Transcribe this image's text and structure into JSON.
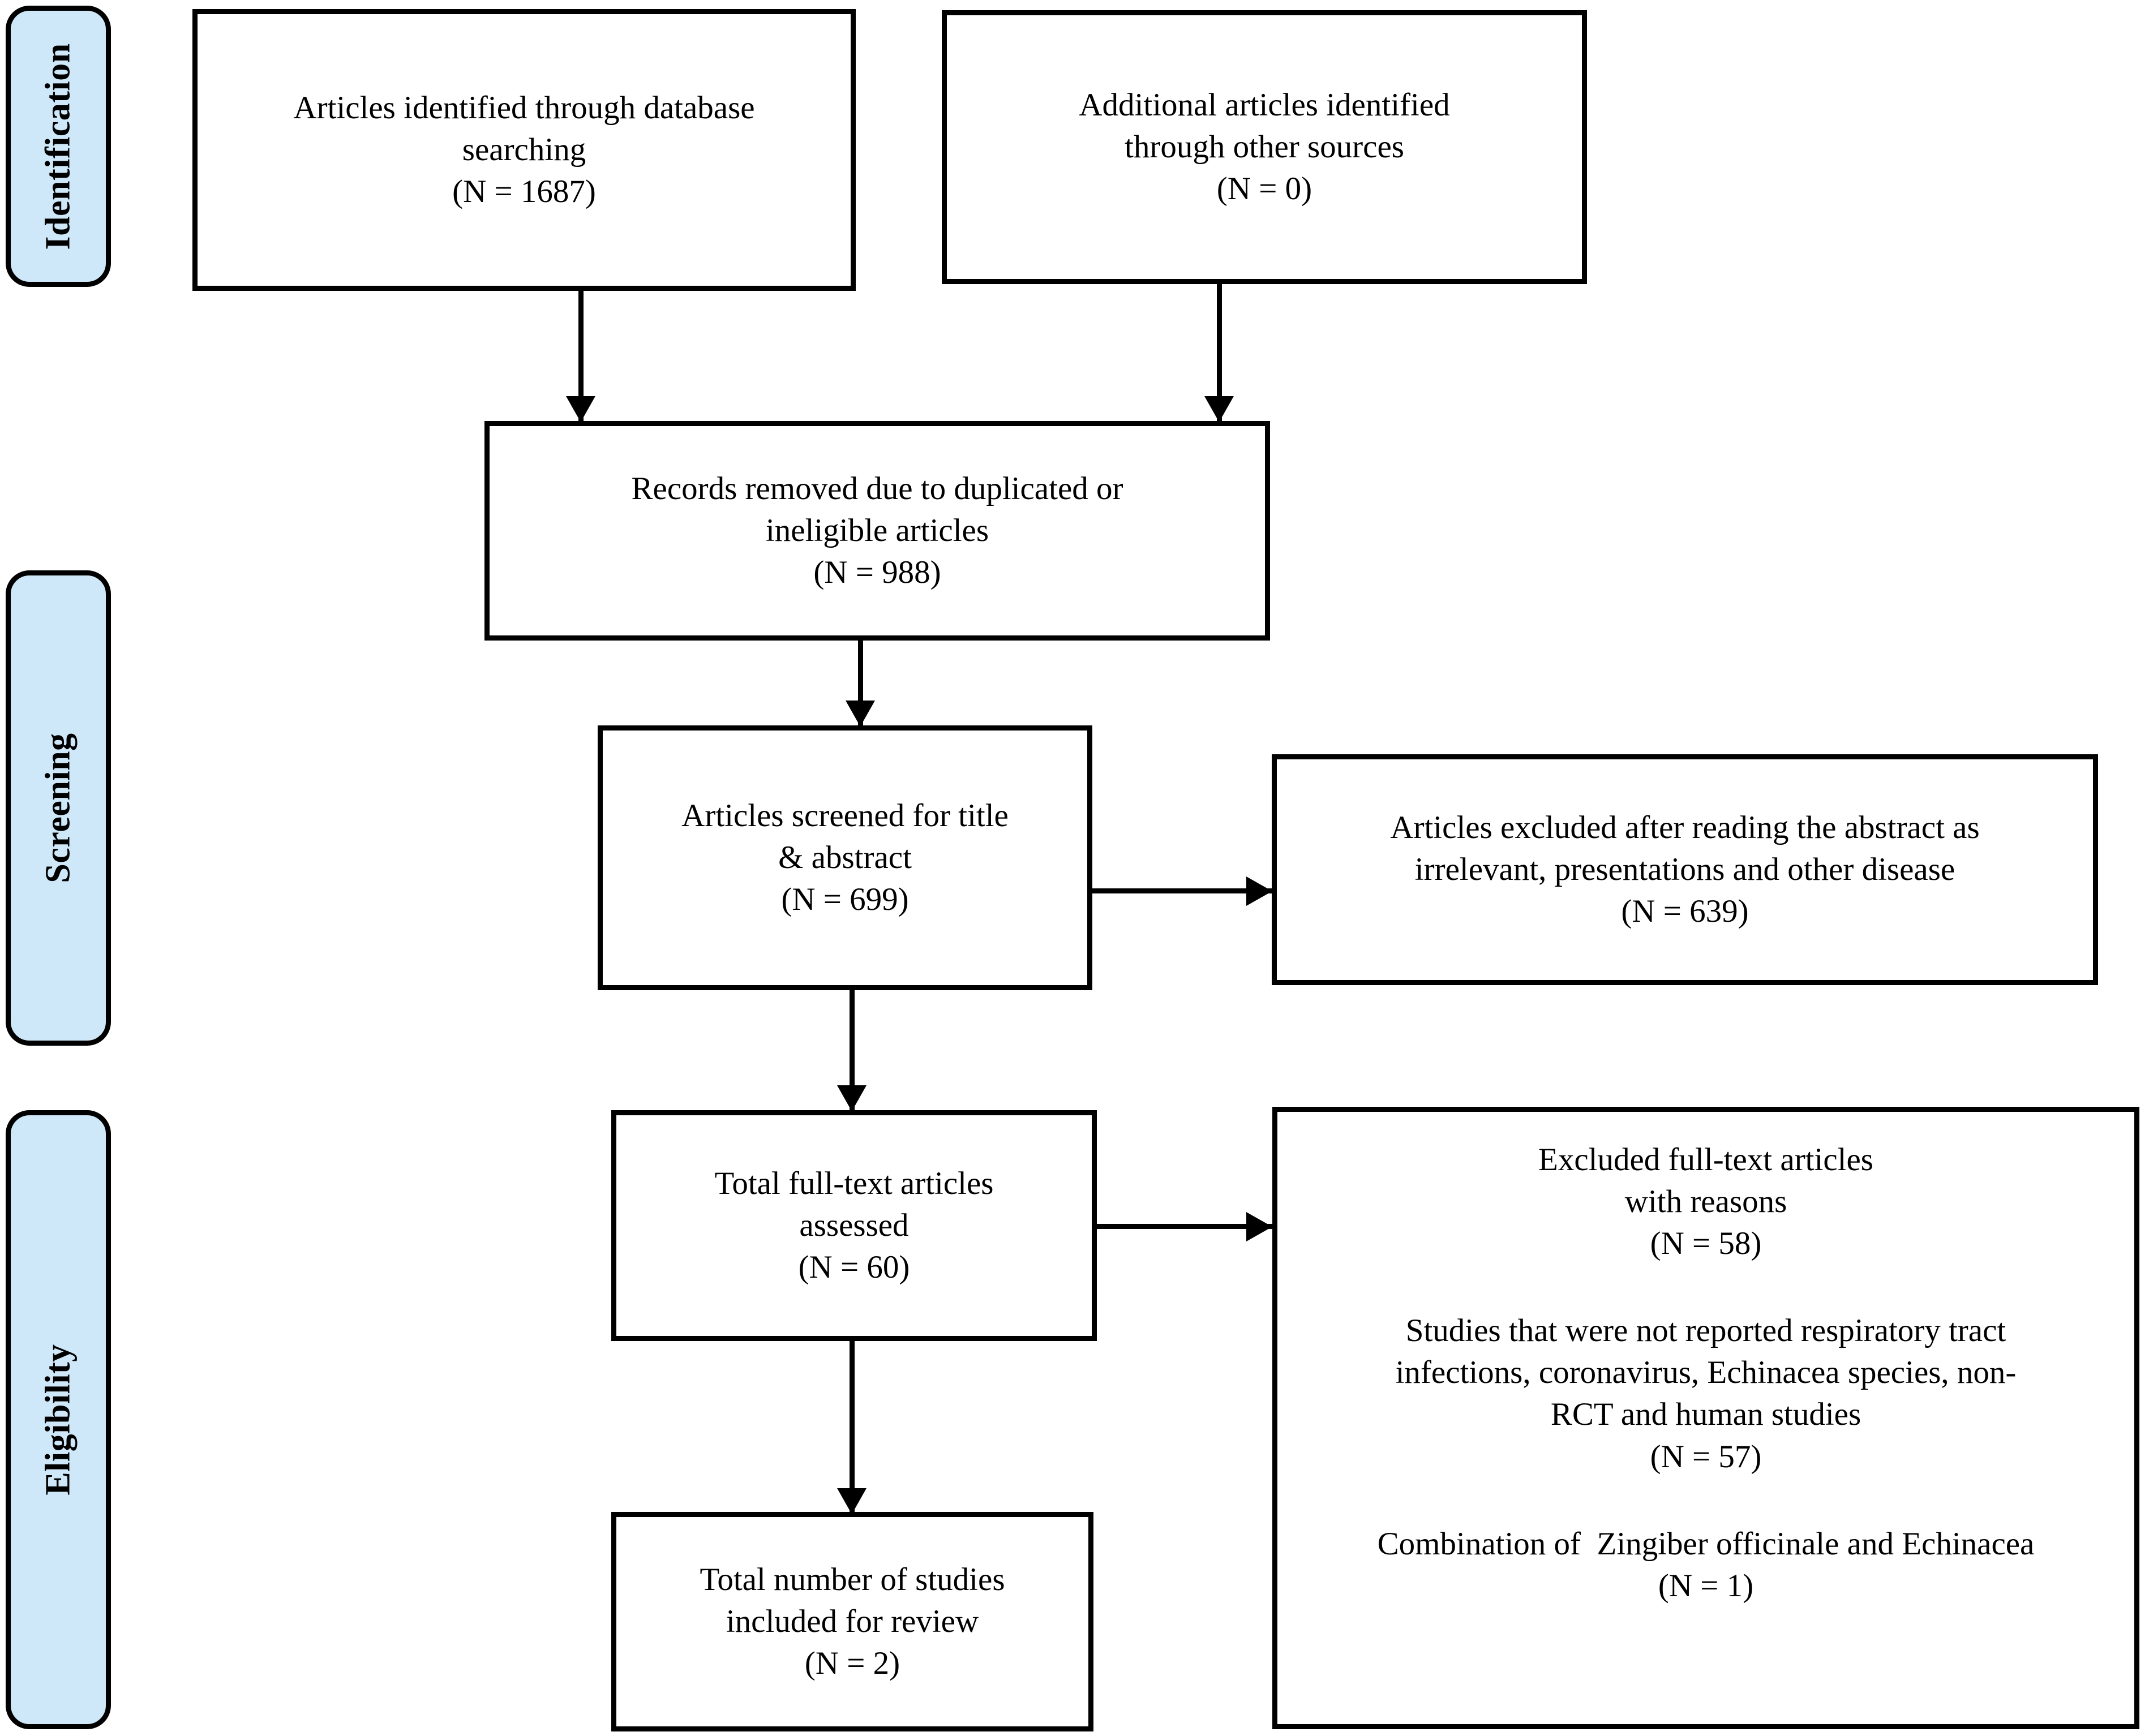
{
  "diagram": {
    "title": "PRISMA study selection flow diagram",
    "colors": {
      "stage_pill_fill": "#cfe8f9",
      "stroke": "#000000",
      "box_fill": "#ffffff",
      "page_background": "#ffffff"
    }
  },
  "stages": [
    {
      "id": "identification",
      "label": "Identification"
    },
    {
      "id": "screening",
      "label": "Screening"
    },
    {
      "id": "eligibility",
      "label": "Eligibility"
    }
  ],
  "boxes": {
    "database_search": {
      "line1": "Articles identified through database",
      "line2": "searching",
      "count": "(N = 1687)"
    },
    "other_sources": {
      "line1": "Additional articles identified",
      "line2": "through other sources",
      "count": "(N = 0)"
    },
    "duplicates_removed": {
      "line1": "Records removed due to duplicated or",
      "line2": "ineligible articles",
      "count": "(N = 988)"
    },
    "screened": {
      "line1": "Articles screened for title",
      "line2": "& abstract",
      "count": "(N = 699)"
    },
    "excluded_abstract": {
      "line1": "Articles excluded after reading the abstract as",
      "line2": "irrelevant, presentations and other disease",
      "count": "(N = 639)"
    },
    "fulltext_assessed": {
      "line1": "Total full-text articles",
      "line2": "assessed",
      "count": "(N = 60)"
    },
    "excluded_fulltext": {
      "header_line1": "Excluded full-text articles",
      "header_line2": "with reasons",
      "header_count": "(N = 58)",
      "reason1_line1": "Studies that were not reported respiratory tract",
      "reason1_line2": "infections, coronavirus, Echinacea species, non-",
      "reason1_line3": "RCT and human studies",
      "reason1_count": "(N = 57)",
      "reason2_line1": "Combination of  Zingiber officinale and Echinacea",
      "reason2_count": "(N = 1)"
    },
    "included": {
      "line1": "Total number of studies",
      "line2": "included for review",
      "count": "(N = 2)"
    }
  }
}
